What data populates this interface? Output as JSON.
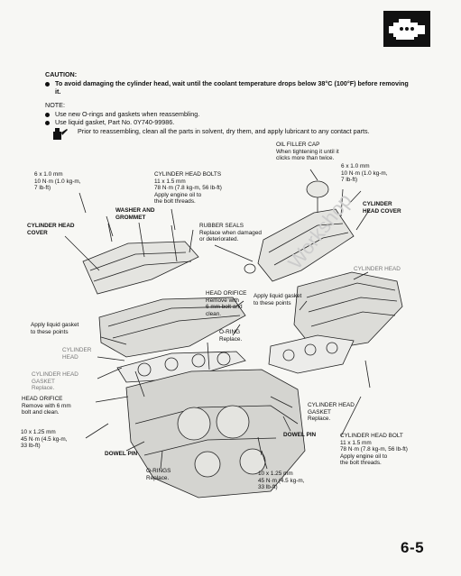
{
  "header": {
    "icon": "engine-icon"
  },
  "caution": {
    "title": "CAUTION:",
    "items": [
      "To avoid damaging the cylinder head, wait until the coolant temperature drops below 38°C (100°F) before removing",
      "it."
    ]
  },
  "note": {
    "title": "NOTE:",
    "items": [
      "Use new O-rings and gaskets when reassembling.",
      "Use liquid gasket, Part No. 0Y740-99986.",
      "Prior to reassembling, clean all the parts in solvent, dry them, and apply lubricant to any contact parts."
    ],
    "lubricant_icon": "oil-can-icon"
  },
  "labels": {
    "oil_filler_cap": "OIL FILLER CAP\nWhen tightening it until it\nclicks more than twice.",
    "bolt_6x1_left": "6 x 1.0 mm\n10 N·m (1.0 kg-m,\n7 lb-ft)",
    "cyl_head_bolts_top": "CYLINDER HEAD BOLTS\n11 x 1.5 mm\n78 N·m (7.8 kg-m, 56 lb-ft)\nApply engine oil to\nthe bolt threads.",
    "bolt_6x1_right": "6 x 1.0 mm\n10 N·m (1.0 kg-m,\n7 lb-ft)",
    "cyl_head_cover_right": "CYLINDER\nHEAD COVER",
    "washer_grommet": "WASHER AND\nGROMMET",
    "cyl_head_cover_left": "CYLINDER HEAD\nCOVER",
    "rubber_seals": "RUBBER SEALS\nReplace when damaged\nor deteriorated.",
    "cylinder_head_right": "CYLINDER HEAD",
    "head_orifice_mid": "HEAD ORIFICE\nRemove with\n6 mm bolt and\nclean.",
    "apply_liquid_gasket_mid": "Apply liquid gasket\nto these points",
    "apply_liquid_gasket_left": "Apply liquid gasket\nto these points",
    "o_ring_mid": "O-RING\nReplace.",
    "cylinder_head_left": "CYLINDER\nHEAD",
    "cyl_head_gasket_left": "CYLINDER HEAD\nGASKET\nReplace.",
    "head_orifice_left": "HEAD ORIFICE\nRemove with 6 mm\nbolt and clean.",
    "cyl_head_gasket_right": "CYLINDER HEAD\nGASKET\nReplace.",
    "bolt_10x125_left": "10 x 1.25 mm\n45 N·m (4.5 kg-m,\n33 lb-ft)",
    "dowel_pin_right": "DOWEL PIN",
    "dowel_pin_left": "DOWEL PIN",
    "cyl_head_bolt_bottom": "CYLINDER HEAD BOLT\n11 x 1.5 mm\n78 N·m (7.8 kg-m, 56 lb-ft)\nApply engine oil to\nthe bolt threads.",
    "o_rings_bottom": "O-RINGS\nReplace.",
    "bolt_10x125_bottom": "10 x 1.25 mm\n45 N·m (4.5 kg-m,\n33 lb-ft)"
  },
  "page_number": "6-5"
}
